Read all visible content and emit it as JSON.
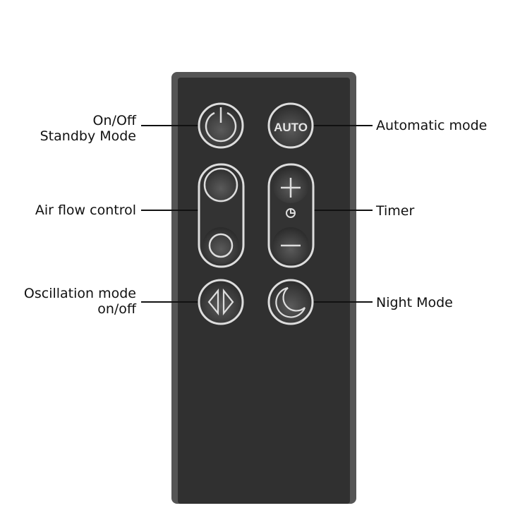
{
  "labels": {
    "power_line1": "On/Off",
    "power_line2": "Standby Mode",
    "auto": "Automatic mode",
    "airflow": "Air flow control",
    "timer": "Timer",
    "osc_line1": "Oscillation mode",
    "osc_line2": "on/off",
    "night": "Night Mode"
  },
  "buttons": {
    "auto_text": "AUTO"
  },
  "colors": {
    "body": "#2f2f2f",
    "rim": "#555555",
    "button_ring": "#d8d8d8"
  }
}
